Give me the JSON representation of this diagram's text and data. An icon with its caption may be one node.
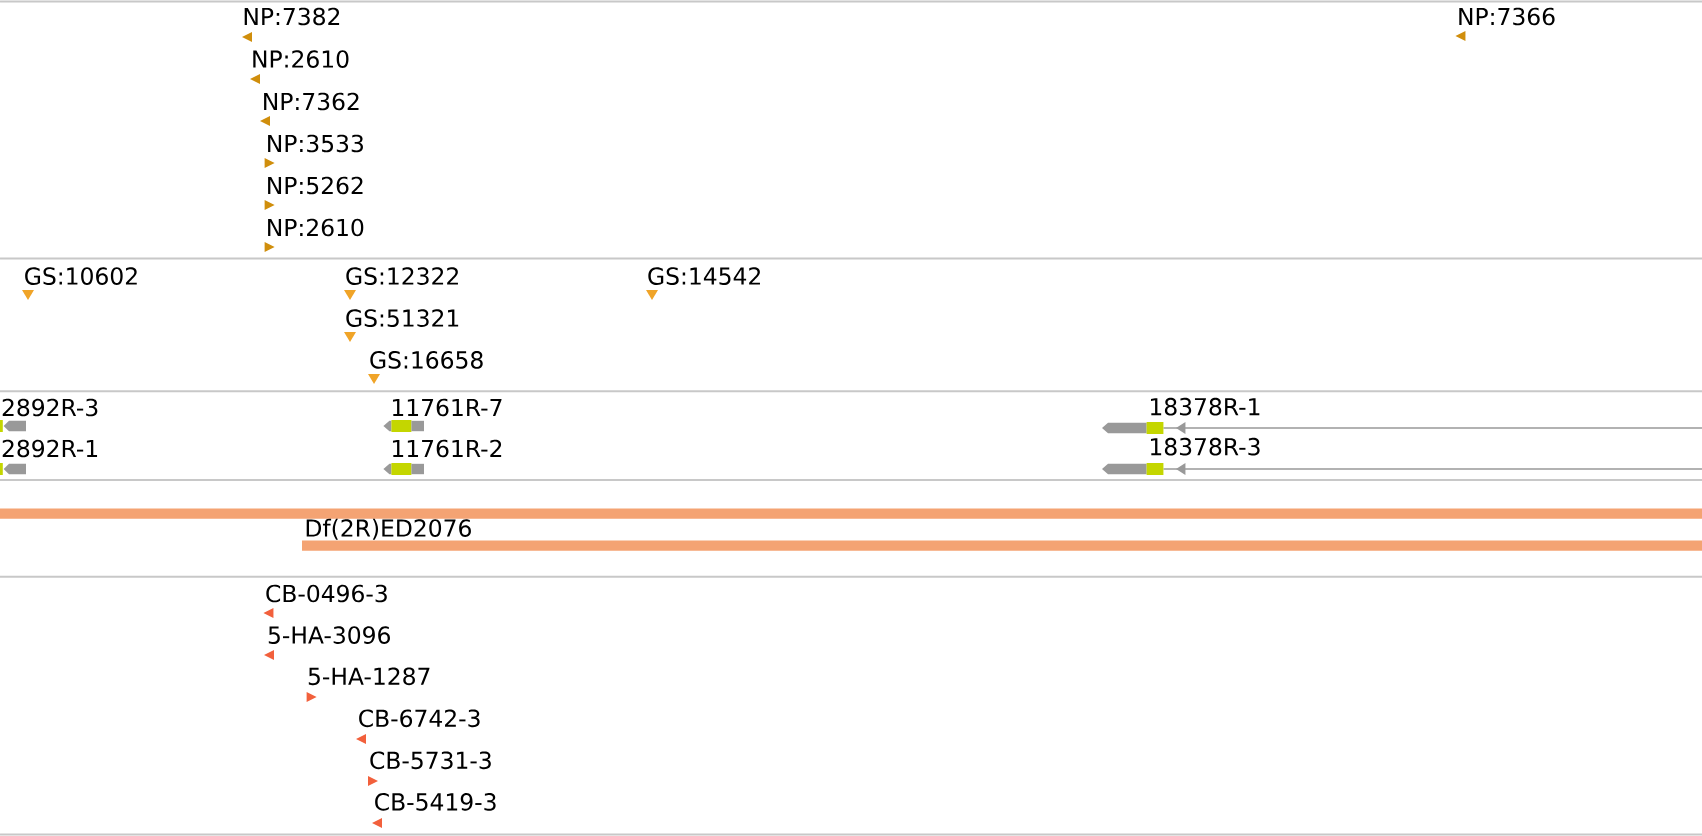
{
  "diagram": {
    "labels": [
      "NP:7382",
      "NP:7366",
      "NP:2610",
      "NP:7362",
      "NP:3533",
      "NP:5262",
      "NP:2610",
      "GS:10602",
      "GS:12322",
      "GS:14542",
      "GS:51321",
      "GS:16658",
      "2892R-3",
      "11761R-7",
      "18378R-1",
      "2892R-1",
      "11761R-2",
      "18378R-3",
      "Df(2R)ED2076",
      "CB-0496-3",
      "5-HA-3096",
      "5-HA-1287",
      "CB-6742-3",
      "CB-5731-3",
      "CB-5419-3"
    ]
  }
}
